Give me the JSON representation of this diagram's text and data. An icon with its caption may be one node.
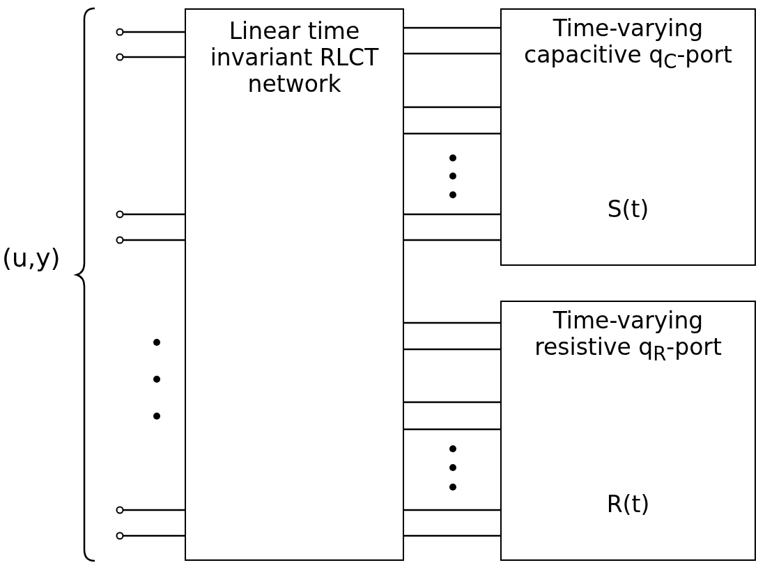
{
  "diagram": {
    "nodes": [
      {
        "text": [
          "Linear time invariant RLCT network"
        ]
      },
      {
        "text": [
          "Time-varying capacitive q$_{C}$-port",
          "S(t)"
        ]
      },
      {
        "text": [
          "Time-varying resistive q$_{R}$-port",
          "R(t)"
        ]
      }
    ],
    "edges": [
      {
        "from": null,
        "to": 0,
        "arrow": "other"
      },
      {
        "from": null,
        "to": 0,
        "arrow": "other"
      },
      {
        "from": null,
        "to": 0,
        "arrow": "other"
      },
      {
        "from": null,
        "to": 0,
        "arrow": "other"
      },
      {
        "from": null,
        "to": 0,
        "arrow": "other"
      },
      {
        "from": null,
        "to": 0,
        "arrow": "other"
      },
      {
        "from": 0,
        "to": 1,
        "arrow": "none"
      },
      {
        "from": 0,
        "to": 1,
        "arrow": "none"
      },
      {
        "from": 0,
        "to": 1,
        "arrow": "none"
      },
      {
        "from": 0,
        "to": 1,
        "arrow": "none"
      },
      {
        "from": 0,
        "to": 1,
        "arrow": "none"
      },
      {
        "from": 0,
        "to": 1,
        "arrow": "none"
      },
      {
        "from": 0,
        "to": 2,
        "arrow": "none"
      },
      {
        "from": 0,
        "to": 2,
        "arrow": "none"
      },
      {
        "from": 0,
        "to": 2,
        "arrow": "none"
      },
      {
        "from": 0,
        "to": 2,
        "arrow": "none"
      },
      {
        "from": 0,
        "to": 2,
        "arrow": "none"
      },
      {
        "from": 0,
        "to": 2,
        "arrow": "none"
      }
    ],
    "labels": [
      "(u,y)"
    ]
  }
}
